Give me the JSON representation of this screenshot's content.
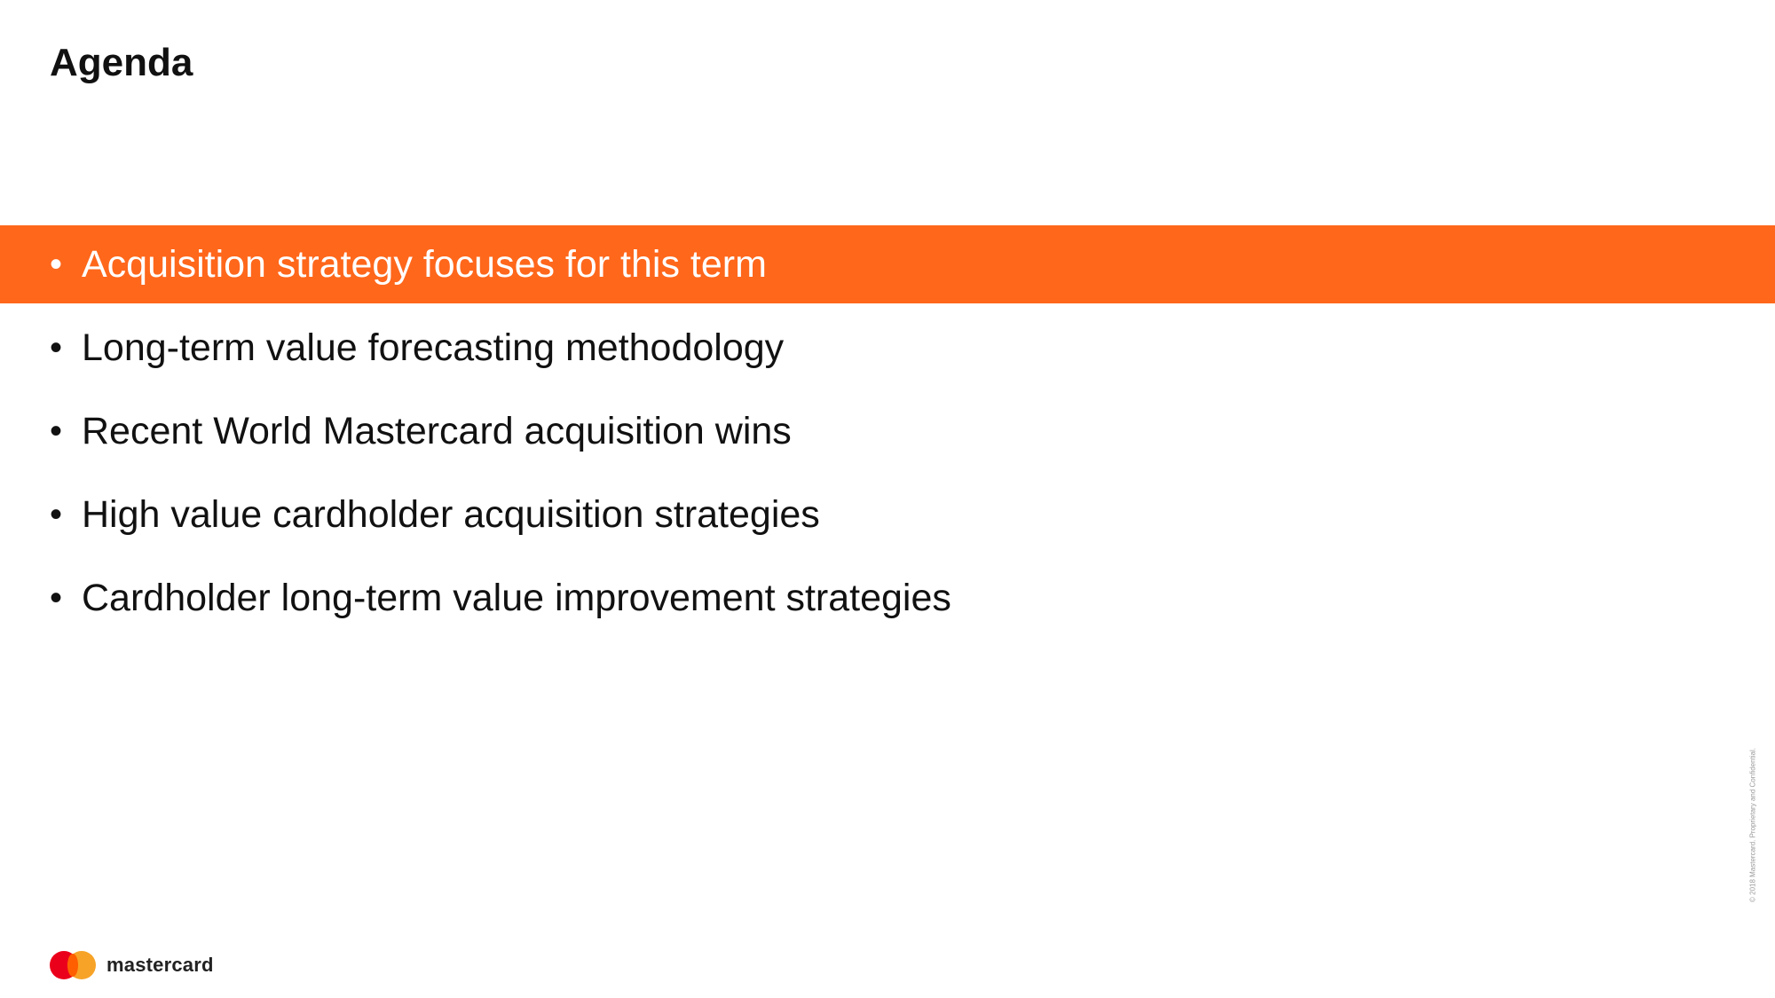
{
  "slide": {
    "title": "Agenda"
  },
  "agenda": {
    "bullet_char": "•",
    "items": [
      {
        "label": "Acquisition strategy focuses for this term",
        "active": true
      },
      {
        "label": "Long-term value forecasting methodology",
        "active": false
      },
      {
        "label": "Recent World Mastercard acquisition wins",
        "active": false
      },
      {
        "label": "High value cardholder acquisition strategies",
        "active": false
      },
      {
        "label": "Cardholder long-term value improvement strategies",
        "active": false
      }
    ]
  },
  "footer": {
    "logo_text": "mastercard",
    "copyright": "© 2018 Mastercard. Proprietary and Confidential."
  },
  "colors": {
    "highlight": "#ff671b",
    "logo_red": "#eb001b",
    "logo_yellow": "#f79e1b"
  }
}
